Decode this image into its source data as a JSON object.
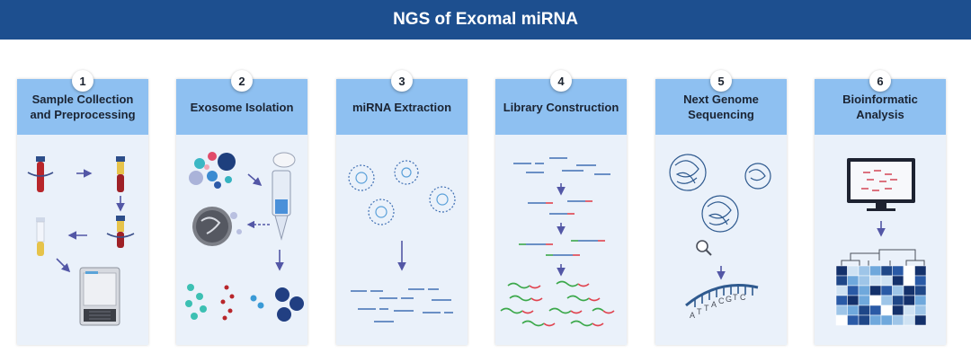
{
  "title": "NGS of Exomal miRNA",
  "colors": {
    "banner": "#1d4f8f",
    "header": "#8ec0f1",
    "card": "#eaf1fa",
    "arrow": "#5357a6"
  },
  "stages": [
    {
      "number": "1",
      "label": "Sample Collection and Preprocessing"
    },
    {
      "number": "2",
      "label": "Exosome Isolation"
    },
    {
      "number": "3",
      "label": "miRNA Extraction"
    },
    {
      "number": "4",
      "label": "Library Construction"
    },
    {
      "number": "5",
      "label": "Next Genome Sequencing"
    },
    {
      "number": "6",
      "label": "Bioinformatic Analysis"
    }
  ],
  "sequence_letters": [
    "A",
    "T",
    "T",
    "A",
    "C",
    "G",
    "T",
    "C"
  ]
}
